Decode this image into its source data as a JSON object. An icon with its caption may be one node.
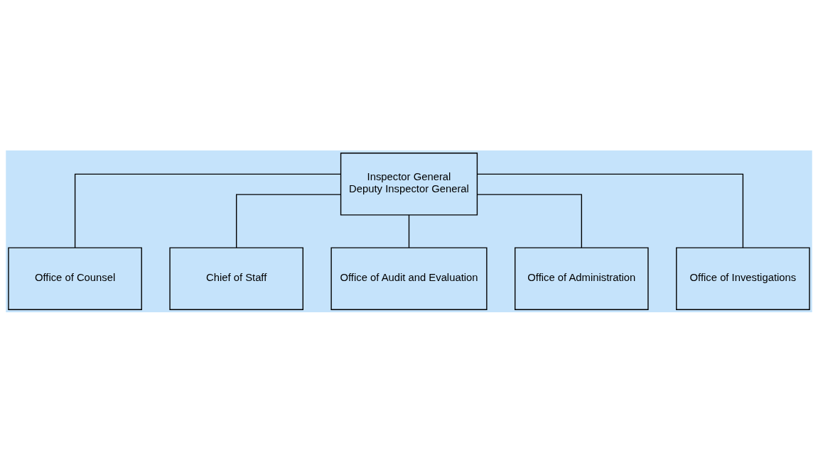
{
  "diagram": {
    "nodes": [
      {
        "text": [
          "Inspector General",
          "Deputy Inspector General"
        ]
      },
      {
        "text": [
          "Office of Counsel"
        ]
      },
      {
        "text": [
          "Chief of Staff"
        ]
      },
      {
        "text": [
          "Office of Audit and Evaluation"
        ]
      },
      {
        "text": [
          "Office of Administration"
        ]
      },
      {
        "text": [
          "Office of Investigations"
        ]
      }
    ],
    "edges": [
      {
        "from": 0,
        "to": 1,
        "arrow": "none"
      },
      {
        "from": 0,
        "to": 2,
        "arrow": "none"
      },
      {
        "from": 0,
        "to": 3,
        "arrow": "none"
      },
      {
        "from": 0,
        "to": 4,
        "arrow": "none"
      },
      {
        "from": 0,
        "to": 5,
        "arrow": "none"
      }
    ]
  }
}
